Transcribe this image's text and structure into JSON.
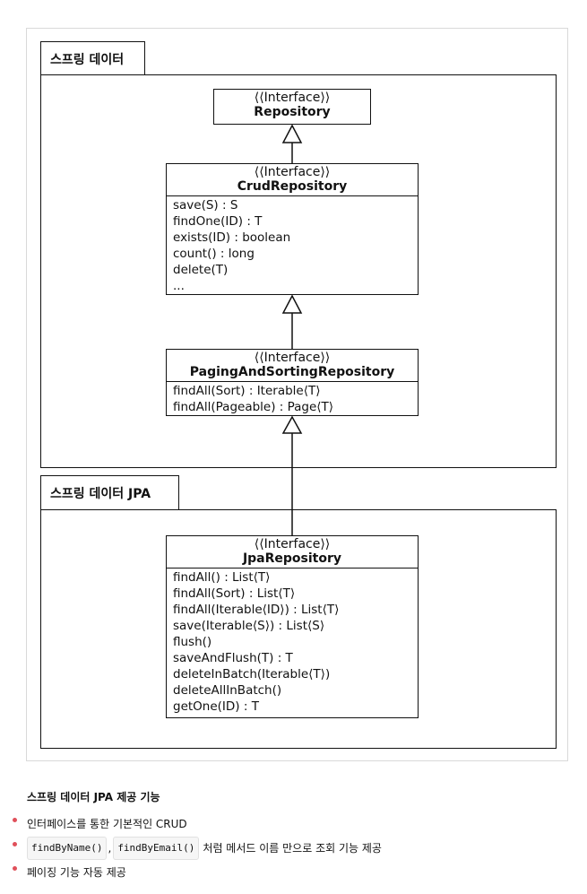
{
  "diagram": {
    "packages": [
      {
        "title": "스프링 데이터"
      },
      {
        "title": "스프링 데이터 JPA"
      }
    ],
    "classes": {
      "repository": {
        "stereotype": "⟨⟨Interface⟩⟩",
        "name": "Repository",
        "operations": []
      },
      "crud": {
        "stereotype": "⟨⟨Interface⟩⟩",
        "name": "CrudRepository",
        "operations": [
          "save(S) : S",
          "findOne(ID) : T",
          "exists(ID) : boolean",
          "count() : long",
          "delete(T)",
          "..."
        ]
      },
      "paging": {
        "stereotype": "⟨⟨Interface⟩⟩",
        "name": "PagingAndSortingRepository",
        "operations": [
          "findAll(Sort) : Iterable⟨T⟩",
          "findAll(Pageable) : Page⟨T⟩"
        ]
      },
      "jpa": {
        "stereotype": "⟨⟨Interface⟩⟩",
        "name": "JpaRepository",
        "operations": [
          "findAll() : List⟨T⟩",
          "findAll(Sort) : List⟨T⟩",
          "findAll(Iterable⟨ID⟩) : List⟨T⟩",
          "save(Iterable⟨S⟩) : List⟨S⟩",
          "flush()",
          "saveAndFlush(T) : T",
          "deleteInBatch(Iterable⟨T⟩)",
          "deleteAllInBatch()",
          "getOne(ID) : T"
        ]
      }
    }
  },
  "section": {
    "caption": "스프링 데이터 JPA 제공 기능",
    "bullets": [
      {
        "text": "인터페이스를 통한 기본적인 CRUD"
      },
      {
        "code1": "findByName()",
        "sep": ",",
        "code2": "findByEmail()",
        "text": "처럼 메서드 이름 만으로 조회 기능 제공"
      },
      {
        "text": "페이징 기능 자동 제공"
      }
    ]
  }
}
